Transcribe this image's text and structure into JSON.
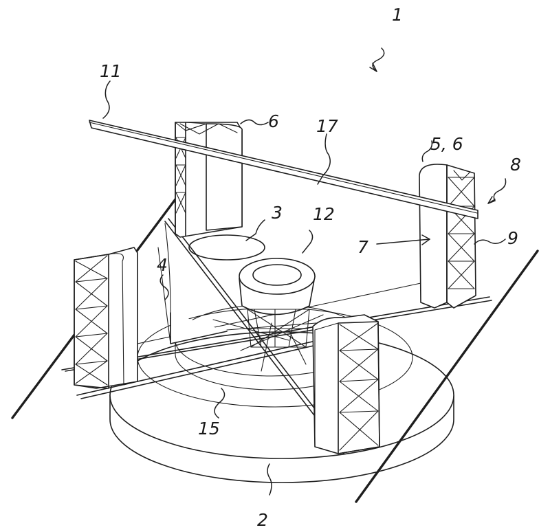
{
  "figure": {
    "reference_numerals": {
      "n1": "1",
      "n2": "2",
      "n3": "3",
      "n4": "4",
      "n56": "5, 6",
      "n6": "6",
      "n7": "7",
      "n8": "8",
      "n9": "9",
      "n11": "11",
      "n12": "12",
      "n15": "15",
      "n17": "17"
    }
  }
}
